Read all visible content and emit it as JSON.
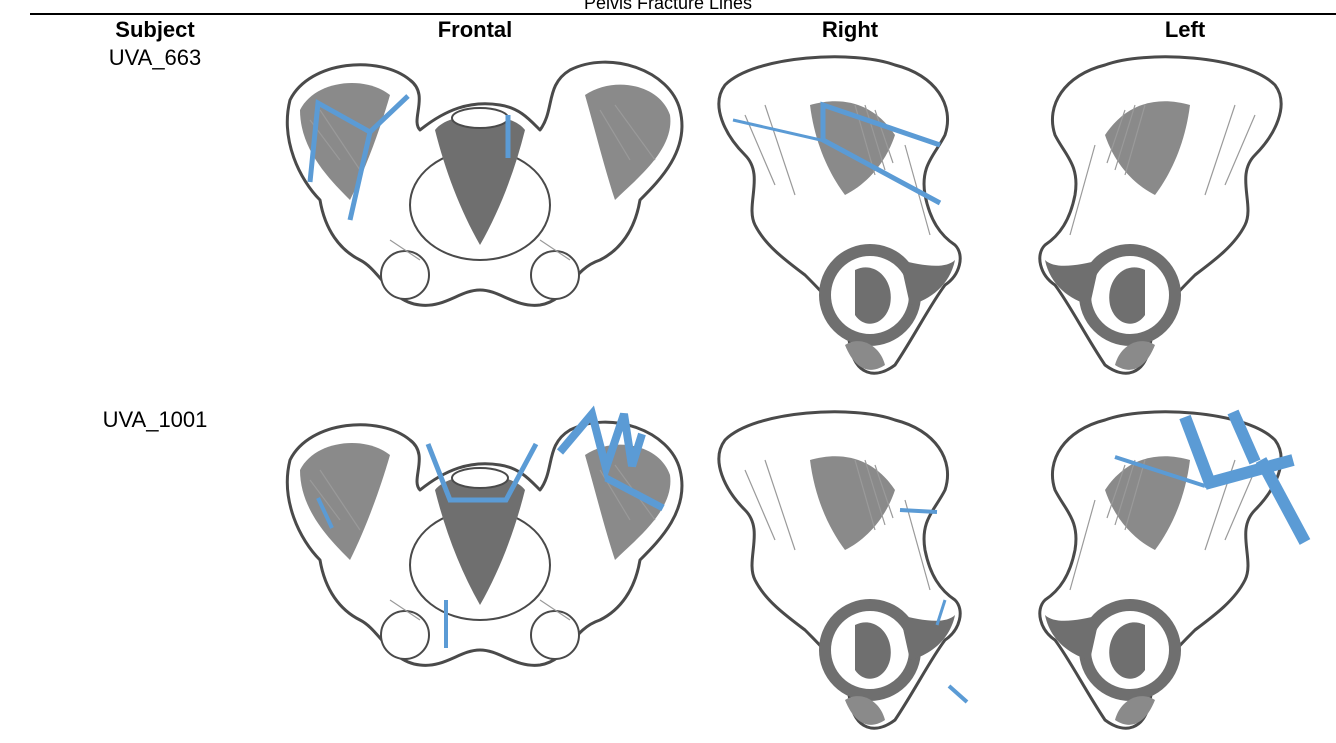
{
  "caption": "Pelvis Fracture Lines",
  "columns": {
    "subject": "Subject",
    "frontal": "Frontal",
    "right": "Right",
    "left": "Left"
  },
  "rows": [
    {
      "subject": "UVA_663"
    },
    {
      "subject": "UVA_1001"
    }
  ],
  "colors": {
    "fracture_line": "#5b9bd5",
    "bone_outline": "#4a4a4a",
    "bone_shading": "#8a8a8a"
  }
}
